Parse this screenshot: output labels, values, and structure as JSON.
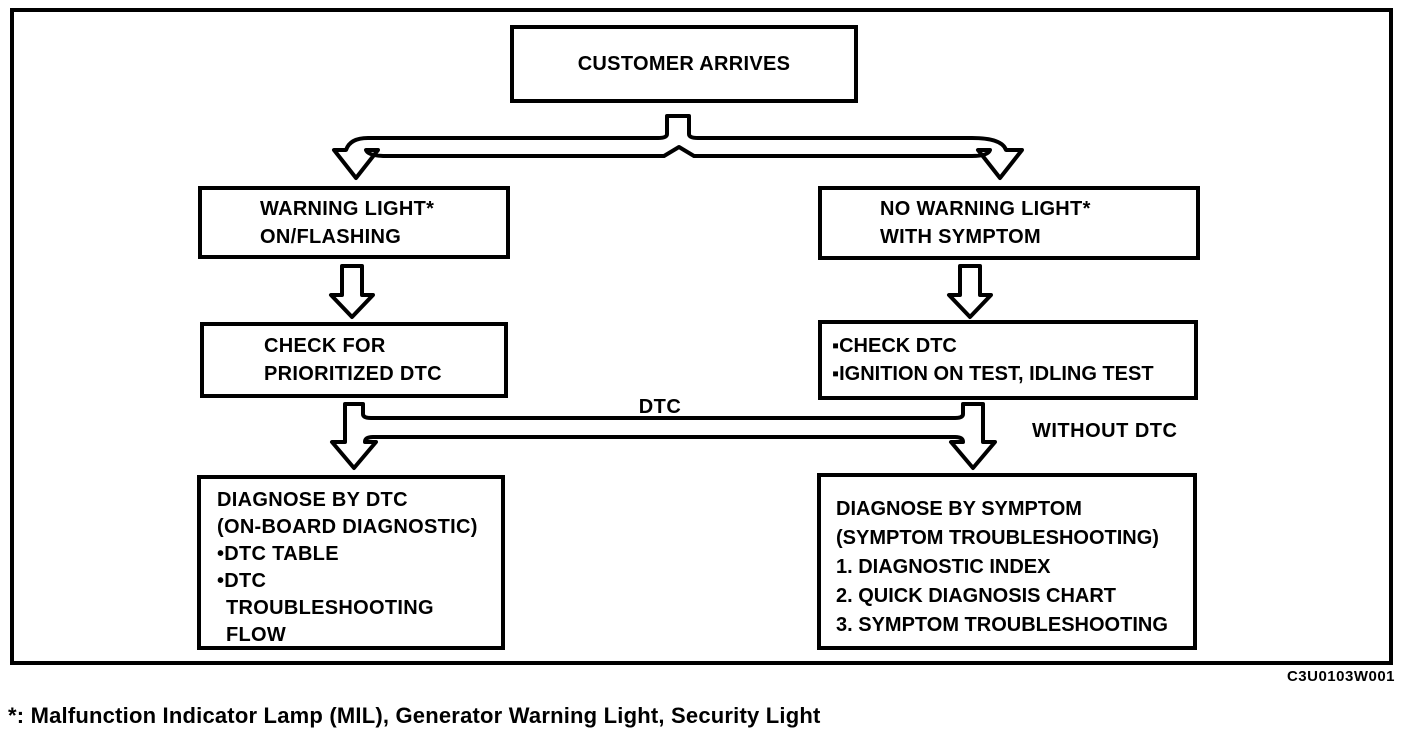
{
  "colors": {
    "ink": "#000000",
    "paper": "#ffffff"
  },
  "flowchart": {
    "start_box": {
      "label": "CUSTOMER ARRIVES"
    },
    "warning_box": {
      "lines": [
        "WARNING LIGHT*",
        "ON/FLASHING"
      ]
    },
    "no_warning_box": {
      "lines": [
        "NO WARNING LIGHT*",
        "WITH SYMPTOM"
      ]
    },
    "check_prioritized_box": {
      "lines": [
        "CHECK FOR",
        "PRIORITIZED DTC"
      ]
    },
    "check_dtc_box": {
      "lines": [
        "▪CHECK DTC",
        "▪IGNITION ON TEST, IDLING TEST"
      ]
    },
    "diagnose_dtc_box": {
      "lines": [
        "DIAGNOSE BY DTC",
        "(ON-BOARD DIAGNOSTIC)",
        "•DTC TABLE",
        "•DTC",
        "TROUBLESHOOTING",
        "FLOW"
      ]
    },
    "diagnose_symptom_box": {
      "lines": [
        "DIAGNOSE BY SYMPTOM",
        "(SYMPTOM TROUBLESHOOTING)",
        "1. DIAGNOSTIC INDEX",
        "2. QUICK DIAGNOSIS CHART",
        "3. SYMPTOM TROUBLESHOOTING"
      ]
    },
    "branch_labels": {
      "dtc": "DTC",
      "without_dtc": "WITHOUT DTC"
    }
  },
  "figure_code": "C3U0103W001",
  "footnote": "*: Malfunction Indicator Lamp (MIL), Generator Warning Light, Security Light"
}
